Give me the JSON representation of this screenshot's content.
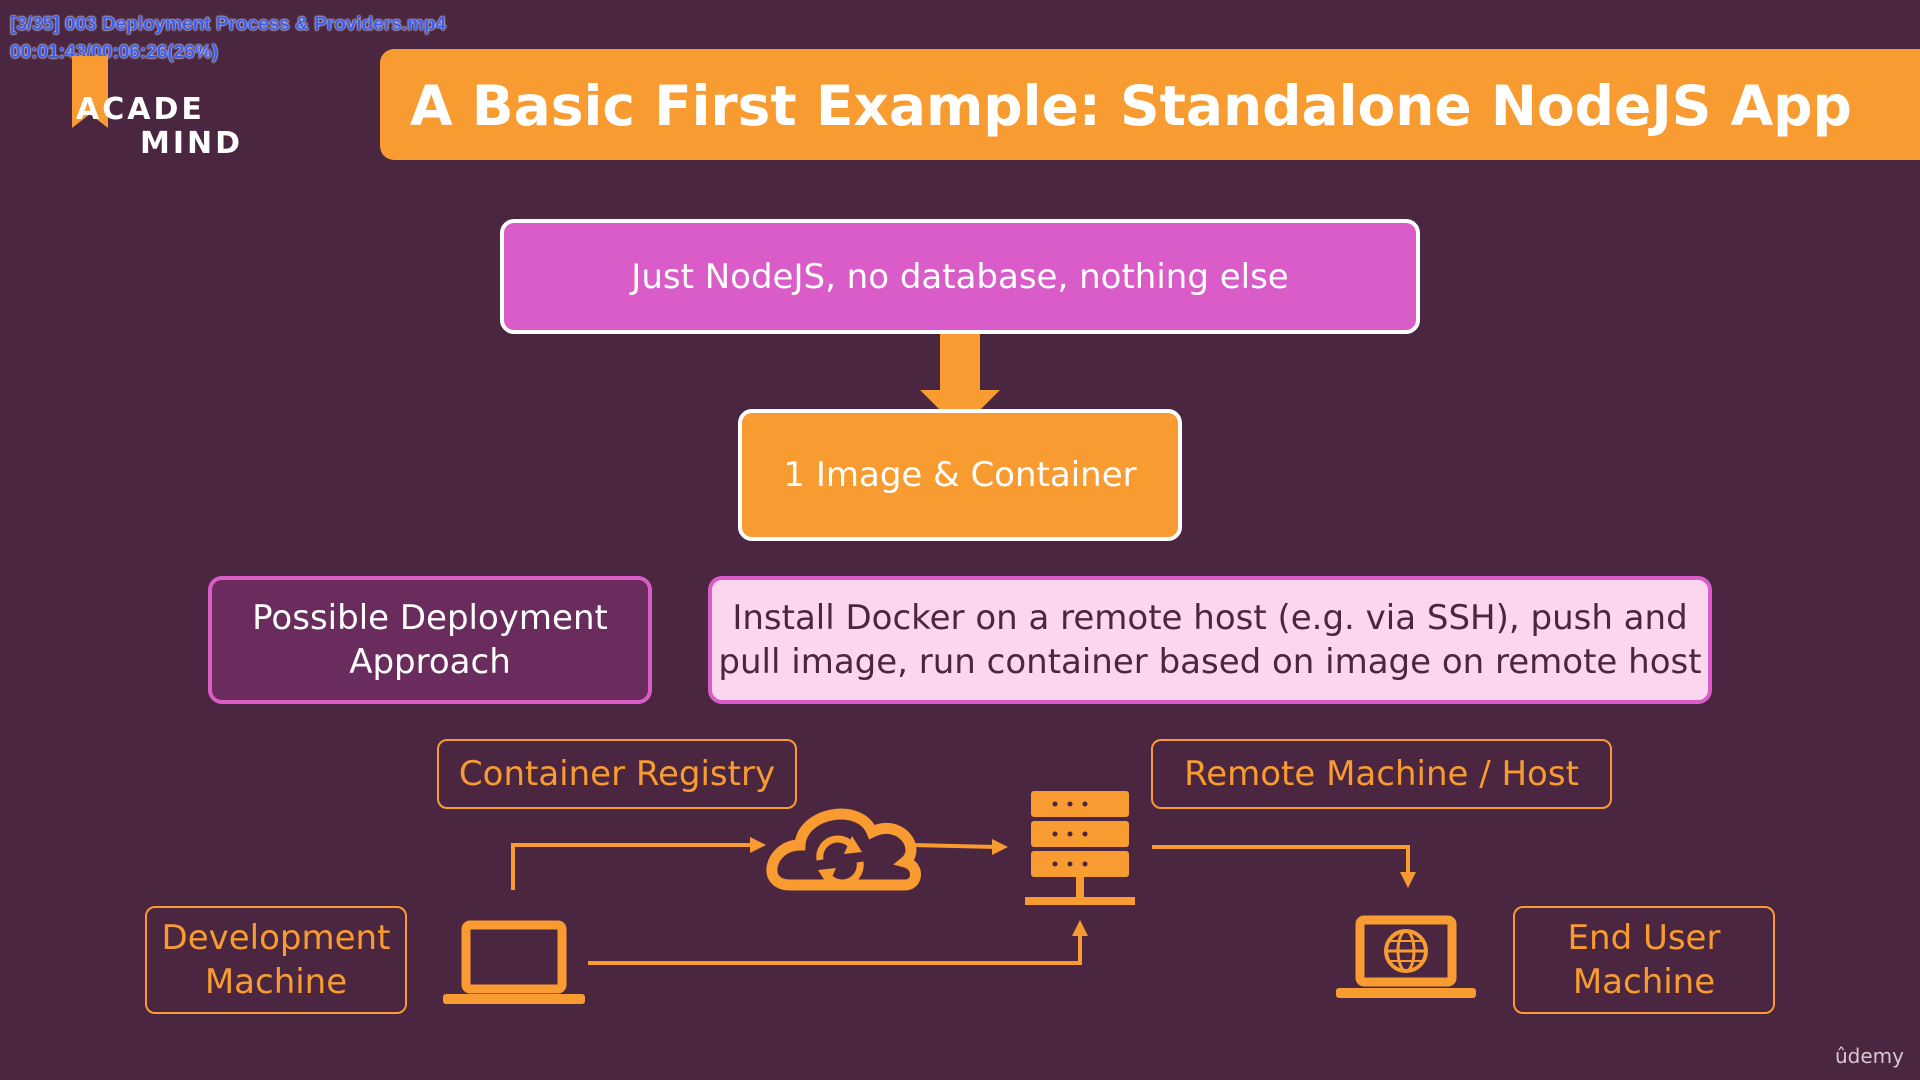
{
  "video_overlay": {
    "line1": "[3/35] 003 Deployment Process & Providers.mp4",
    "line2": "00:01:43/00:06:26(26%)"
  },
  "logo": {
    "line1": "ACADE",
    "line2": "MIND"
  },
  "title": "A Basic First Example: Standalone NodeJS App",
  "diagram": {
    "app_box": "Just NodeJS, no database, nothing else",
    "image_box": "1 Image & Container",
    "approach_box": {
      "line1": "Possible Deployment",
      "line2": "Approach"
    },
    "install_box": {
      "line1": "Install Docker on a remote host (e.g. via SSH), push and",
      "line2": "pull image, run container based on image on remote host"
    },
    "labels": {
      "registry": "Container Registry",
      "remote": "Remote Machine / Host",
      "dev": {
        "line1": "Development",
        "line2": "Machine"
      },
      "end": {
        "line1": "End User",
        "line2": "Machine"
      }
    }
  },
  "watermark": "ûdemy",
  "colors": {
    "background": "#4a2640",
    "accent": "#f89b30",
    "pink": "#d95cc8",
    "light_pink": "#fbd6ee"
  }
}
